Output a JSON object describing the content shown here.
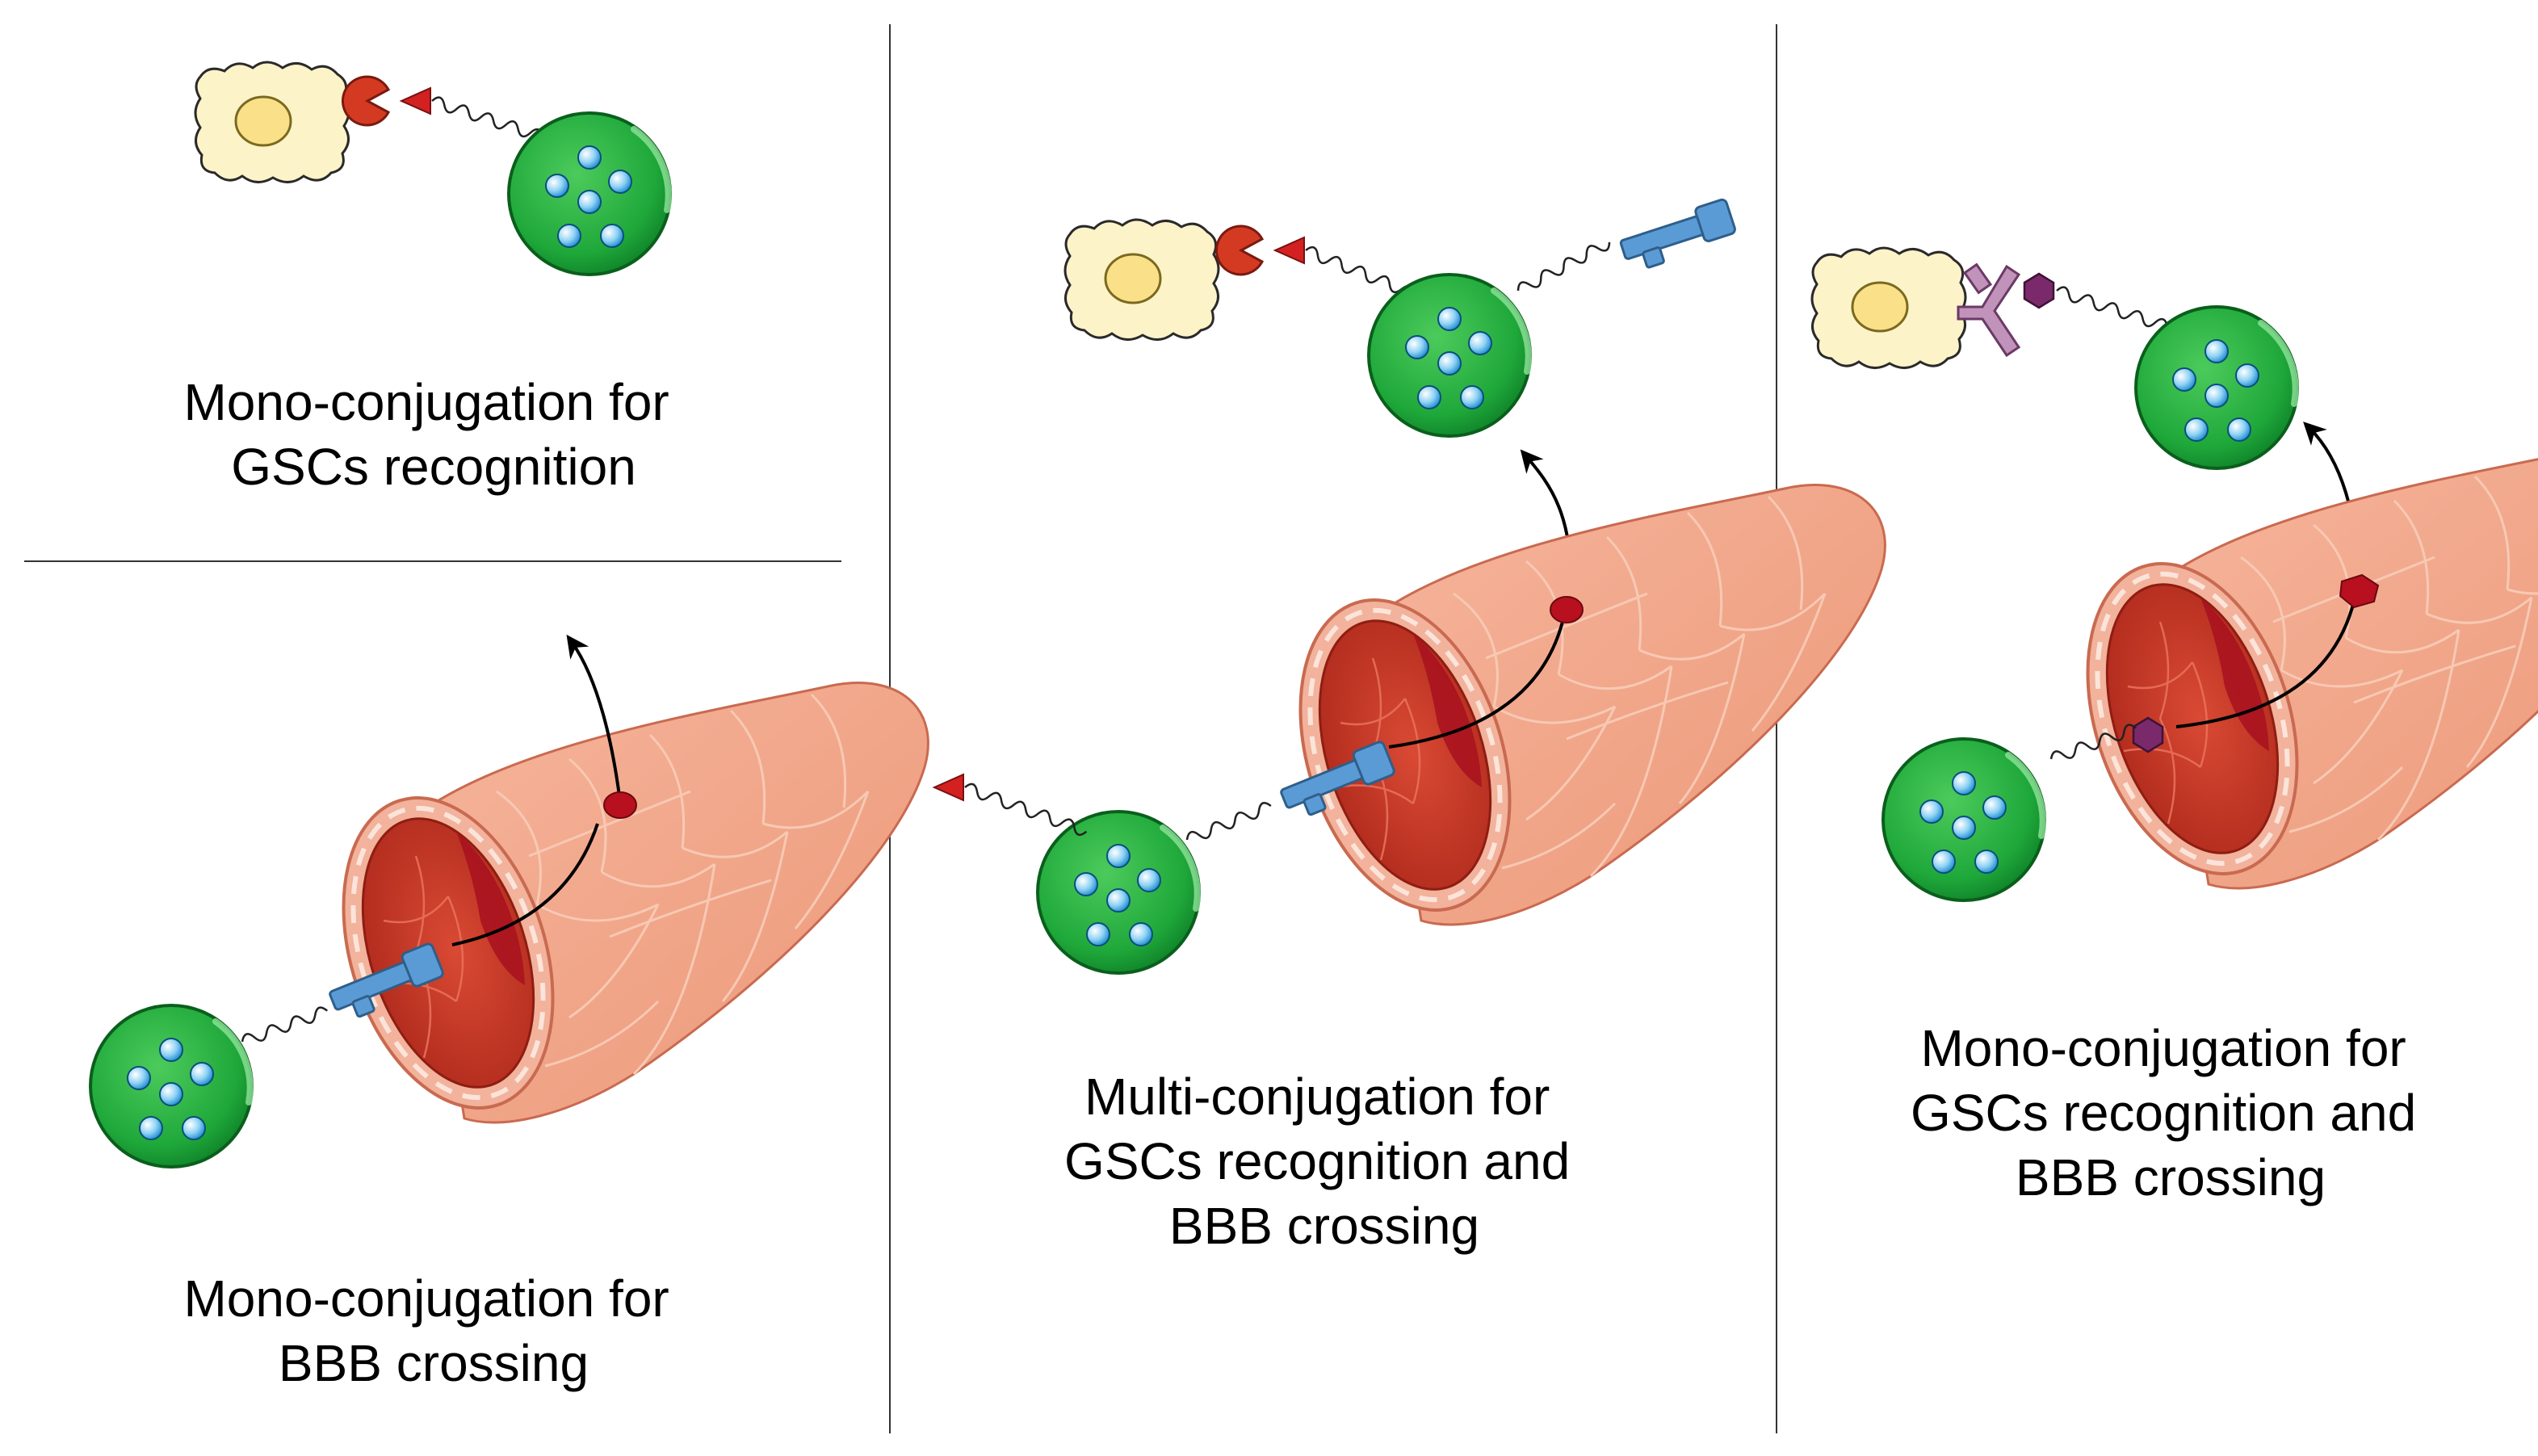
{
  "panels": {
    "top_left": {
      "caption": [
        "Mono-conjugation for",
        "GSCs recognition"
      ]
    },
    "bottom_left": {
      "caption": [
        "Mono-conjugation for",
        "BBB crossing"
      ]
    },
    "middle": {
      "caption": [
        "Multi-conjugation for",
        "GSCs recognition and",
        "BBB crossing"
      ]
    },
    "right": {
      "caption": [
        "Mono-conjugation for",
        "GSCs recognition and",
        "BBB crossing"
      ]
    }
  },
  "colors": {
    "nanoparticle": "#1fa83a",
    "nanoparticle_dark": "#0d7a26",
    "cell_body": "#fdf3c8",
    "nucleus": "#fbe08a",
    "receptor_red": "#d43a22",
    "ligand_red": "#d32020",
    "key_blue": "#5b9bd5",
    "vessel": "#f0a488",
    "vessel_inner": "#c93224",
    "antibody_mauve": "#c193bb",
    "hexagon_purple": "#7a2a6a"
  }
}
